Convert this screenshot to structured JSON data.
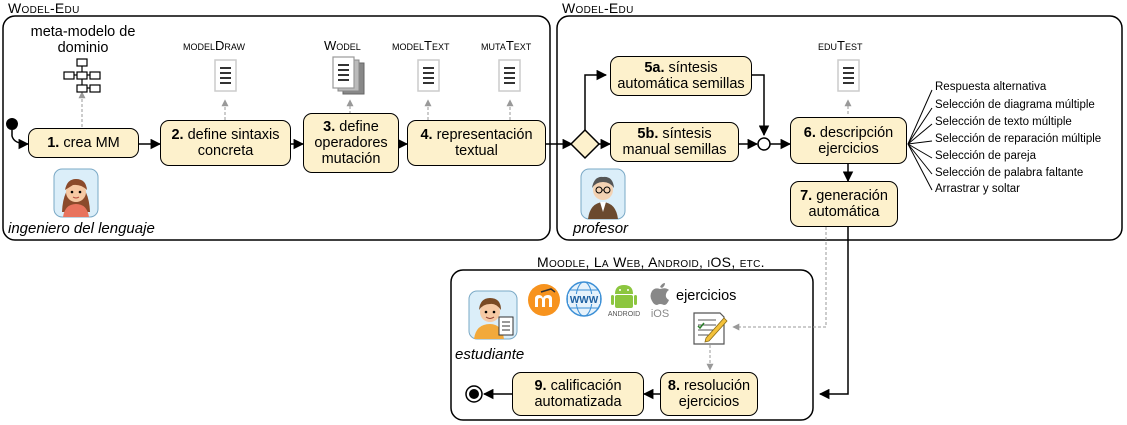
{
  "left_panel": {
    "title": "Wodel-Edu",
    "metamodel_label": "meta-modelo de dominio",
    "step1": {
      "num": "1.",
      "text": "crea MM"
    },
    "step2": {
      "num": "2.",
      "text": "define sintaxis concreta"
    },
    "step3": {
      "num": "3.",
      "text": "define operadores mutación"
    },
    "step4": {
      "num": "4.",
      "text": "representación textual"
    },
    "tools": {
      "modeldraw": "modelDraw",
      "wodel": "Wodel",
      "modeltext": "modelText",
      "mutatext": "mutaText"
    },
    "actor": "ingeniero del lenguaje"
  },
  "right_panel": {
    "title": "Wodel-Edu",
    "step5a": {
      "num": "5a.",
      "text": "síntesis automática semillas"
    },
    "step5b": {
      "num": "5b.",
      "text": "síntesis manual semillas"
    },
    "step6": {
      "num": "6.",
      "text": "descripción ejercicios"
    },
    "step7": {
      "num": "7.",
      "text": "generación automática"
    },
    "tool": "eduTest",
    "actor": "profesor",
    "exercise_types": [
      "Respuesta alternativa",
      "Selección de diagrama múltiple",
      "Selección de texto múltiple",
      "Selección de reparación múltiple",
      "Selección de pareja",
      "Selección de palabra faltante",
      "Arrastrar y soltar"
    ]
  },
  "bottom_panel": {
    "title": "Moodle, La Web, Android, iOS, etc.",
    "exercises_label": "ejercicios",
    "step8": {
      "num": "8.",
      "text": "resolución ejercicios"
    },
    "step9": {
      "num": "9.",
      "text": "calificación automatizada"
    },
    "actor": "estudiante",
    "platform_icons": [
      "moodle-icon",
      "www-icon",
      "android-icon",
      "apple-ios-icon"
    ],
    "icon_texts": {
      "www": "WWW",
      "android": "ANDROID",
      "ios": "iOS"
    }
  },
  "colors": {
    "box_fill": "#fdf1cc",
    "stroke": "#000000",
    "dashed": "#999999",
    "moodle": "#f7931e",
    "www": "#3b8fd6",
    "android": "#8cc63f"
  }
}
